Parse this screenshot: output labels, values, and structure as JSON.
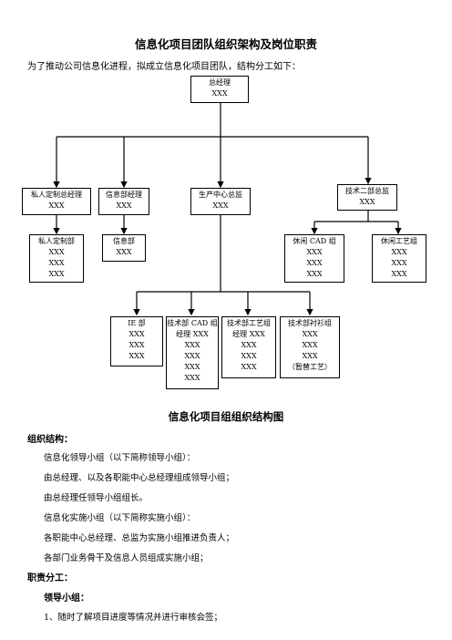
{
  "document": {
    "title": "信息化项目团队组织架构及岗位职责",
    "intro": "为了推动公司信息化进程，拟成立信息化项目团队，结构分工如下："
  },
  "org_chart": {
    "gm": {
      "title": "总经理",
      "lines": [
        "XXX"
      ]
    },
    "private_gm": {
      "title": "私人定制总经理",
      "lines": [
        "XXX"
      ]
    },
    "info_mgr": {
      "title": "信息部经理",
      "lines": [
        "XXX"
      ]
    },
    "prod_director": {
      "title": "生产中心总监",
      "lines": [
        "XXX"
      ]
    },
    "tech2_director": {
      "title": "技术二部总监",
      "lines": [
        "XXX"
      ]
    },
    "private_dept": {
      "title": "私人定制部",
      "lines": [
        "XXX",
        "XXX",
        "XXX"
      ]
    },
    "info_dept": {
      "title": "信息部",
      "lines": [
        "XXX"
      ]
    },
    "casual_cad": {
      "title": "休闲 CAD 组",
      "lines": [
        "XXX",
        "XXX",
        "XXX"
      ]
    },
    "casual_craft": {
      "title": "休闲工艺组",
      "lines": [
        "XXX",
        "XXX",
        "XXX"
      ]
    },
    "ie": {
      "title": "IE 部",
      "lines": [
        "XXX",
        "XXX",
        "XXX"
      ]
    },
    "tech_cad": {
      "title": "技术部 CAD 组",
      "lines": [
        "经理 XXX",
        "XXX",
        "XXX",
        "XXX",
        "XXX"
      ]
    },
    "tech_craft": {
      "title": "技术部工艺组",
      "lines": [
        "经理 XXX",
        "XXX",
        "XXX",
        "XXX"
      ]
    },
    "tech_shirt": {
      "title": "技术部衬衫组",
      "lines": [
        "XXX",
        "XXX",
        "XXX",
        "（暂替工艺）"
      ]
    },
    "caption": "信息化项目组组织结构图"
  },
  "structure": {
    "heading": "组织结构：",
    "lines": [
      "信息化领导小组（以下简称领导小组）：",
      "由总经理、以及各职能中心总经理组成领导小组；",
      "由总经理任领导小组组长。",
      "信息化实施小组（以下简称实施小组）：",
      "各职能中心总经理、总监为实施小组推进负责人；",
      "各部门业务骨干及信息人员组成实施小组；"
    ]
  },
  "duties": {
    "heading": "职责分工：",
    "subheading": "领导小组：",
    "item1": "1、随时了解项目进度等情况并进行审核会签；"
  }
}
